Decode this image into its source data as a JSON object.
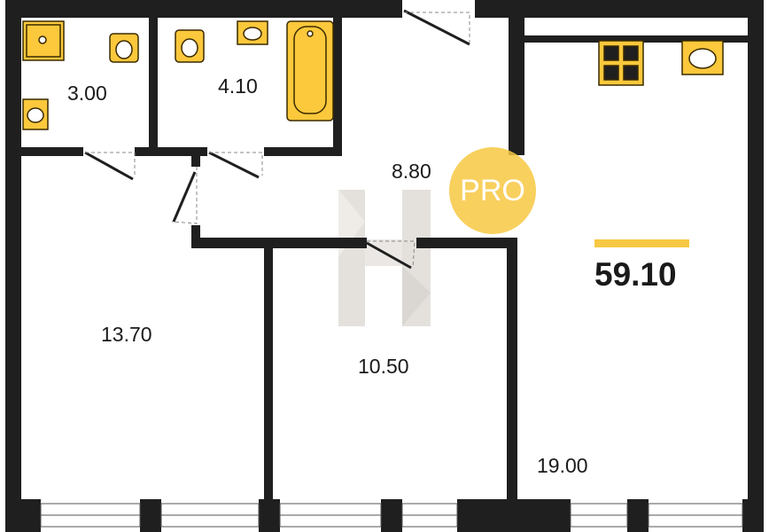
{
  "colors": {
    "wall": "#1f1f1f",
    "fixture_fill": "#fcc83c",
    "fixture_stroke": "#3a2a00",
    "accent": "#f7c843",
    "watermark": "#c9c3bd"
  },
  "rooms": [
    {
      "id": "bathroom",
      "area": "3.00"
    },
    {
      "id": "toilet-bath",
      "area": "4.10"
    },
    {
      "id": "hallway",
      "area": "8.80"
    },
    {
      "id": "bedroom-left",
      "area": "13.70"
    },
    {
      "id": "bedroom-middle",
      "area": "10.50"
    },
    {
      "id": "living-kitchen",
      "area": "19.00"
    }
  ],
  "total_area": "59.10",
  "badge": {
    "text": "PRO"
  },
  "icons": [
    "shower-icon",
    "toilet-icon",
    "sink-icon",
    "bathtub-icon",
    "stove-icon",
    "door-icon",
    "window-icon",
    "logo-watermark-icon"
  ]
}
